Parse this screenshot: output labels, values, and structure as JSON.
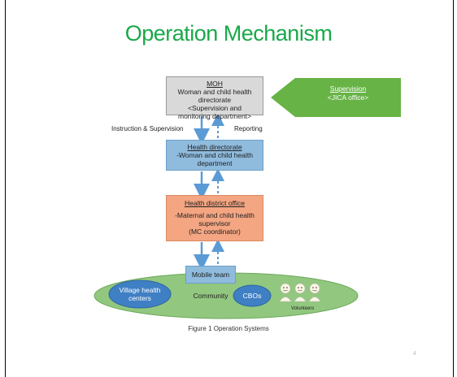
{
  "title": "Operation Mechanism",
  "moh": {
    "head": "MOH",
    "line1": "Woman and child health",
    "line2": "directorate",
    "line3": "<Supervision and",
    "line4": "monitoring department>"
  },
  "supervision": {
    "head": "Supervision",
    "sub": "<JICA office>"
  },
  "labels": {
    "instruction": "Instruction & Supervision",
    "reporting": "Reporting"
  },
  "health_directorate": {
    "head": "Health directorate",
    "line1": "-Woman and child health",
    "line2": "department"
  },
  "health_district": {
    "head": "Health district office",
    "line1": "-Maternal and child health",
    "line2": "supervisor",
    "line3": "(MC coordinator)"
  },
  "mobile_team": "Mobile team",
  "community": {
    "label": "Community",
    "village_line1": "Village health",
    "village_line2": "centers",
    "cbos": "CBOs",
    "volunteers": "Volunteers"
  },
  "caption": "Figure 1 Operation Systems",
  "page_number": "4",
  "colors": {
    "title": "#1aa84a",
    "moh": "#d9d9d9",
    "directorate": "#8fbbdd",
    "district": "#f4a582",
    "supervision": "#67b346",
    "community": "#92c77f",
    "blue_ellipse": "#3f7fc4",
    "arrow": "#5b9bd5"
  },
  "icons": [
    "solid-down-arrow",
    "dotted-up-arrow",
    "smiley-person-icon"
  ]
}
